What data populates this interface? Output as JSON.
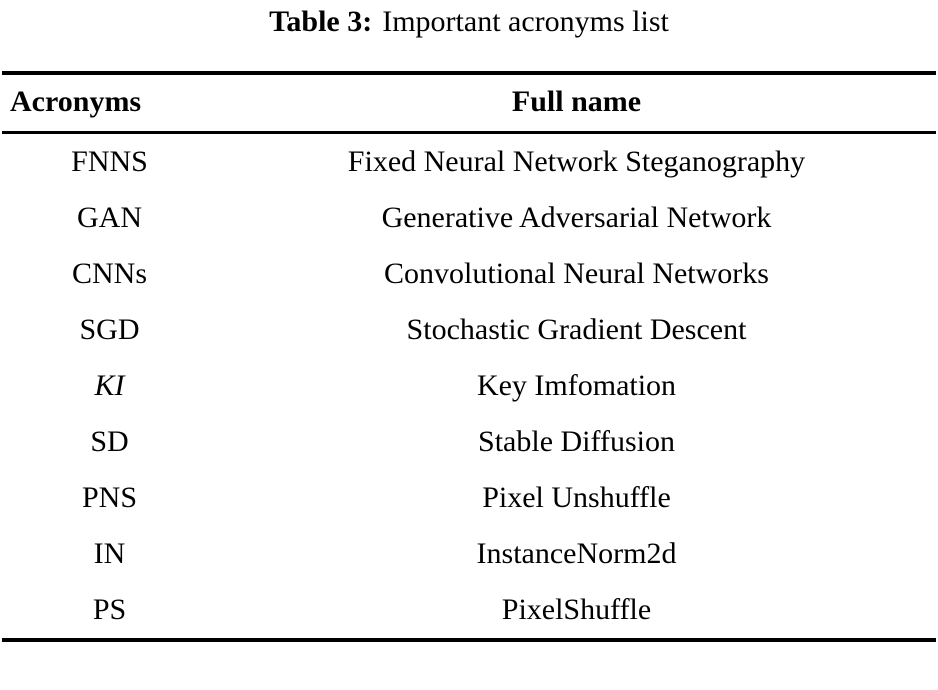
{
  "caption": {
    "label": "Table 3:",
    "text": "Important acronyms list"
  },
  "table": {
    "columns": [
      {
        "key": "acronym",
        "header": "Acronyms",
        "align": "left"
      },
      {
        "key": "full_name",
        "header": "Full name",
        "align": "center"
      }
    ],
    "rows": [
      {
        "acronym": "FNNS",
        "full_name": "Fixed Neural Network Steganography",
        "italic": false
      },
      {
        "acronym": "GAN",
        "full_name": "Generative Adversarial Network",
        "italic": false
      },
      {
        "acronym": "CNNs",
        "full_name": "Convolutional Neural Networks",
        "italic": false
      },
      {
        "acronym": "SGD",
        "full_name": "Stochastic Gradient Descent",
        "italic": false
      },
      {
        "acronym": "KI",
        "full_name": "Key Imfomation",
        "italic": true
      },
      {
        "acronym": "SD",
        "full_name": "Stable Diffusion",
        "italic": false
      },
      {
        "acronym": "PNS",
        "full_name": "Pixel Unshuffle",
        "italic": false
      },
      {
        "acronym": "IN",
        "full_name": "InstanceNorm2d",
        "italic": false
      },
      {
        "acronym": "PS",
        "full_name": "PixelShuffle",
        "italic": false
      }
    ]
  },
  "colors": {
    "background": "#ffffff",
    "text": "#000000",
    "rule": "#000000"
  }
}
